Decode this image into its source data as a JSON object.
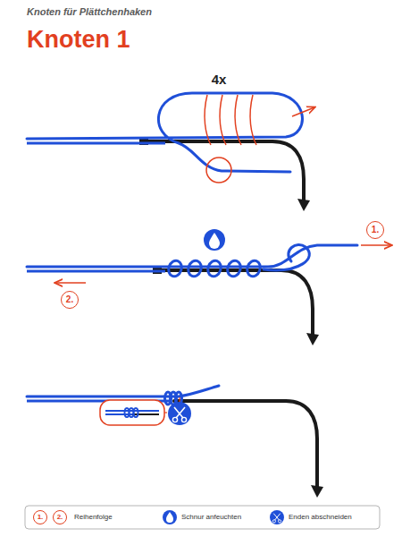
{
  "diagram": {
    "title": "Knoten 1",
    "labels": [
      "Knoten für Plättchenhaken",
      "4x",
      "1.",
      "2.",
      "1.",
      "2."
    ],
    "legend": [
      {
        "text": "Reihenfolge"
      },
      {
        "text": "Schnur anfeuchten"
      },
      {
        "text": "Enden abschneiden"
      }
    ]
  }
}
